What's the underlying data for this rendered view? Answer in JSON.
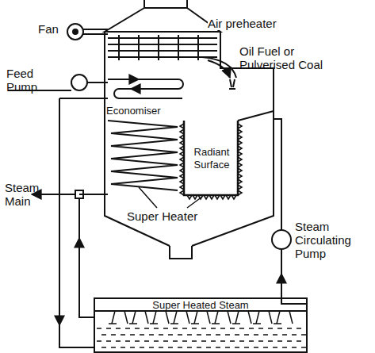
{
  "diagram": {
    "nodes": [
      {
        "text": [
          "Super Heated Steam"
        ]
      },
      {
        "text": [
          "Radiant Surface"
        ]
      }
    ],
    "labels": [
      "Fan",
      "Air preheater",
      "Oil Fuel or Pulverised Coal",
      "Feed Pump",
      "Economiser",
      "Steam Main",
      "Super Heater",
      "Steam Circulating Pump"
    ]
  }
}
